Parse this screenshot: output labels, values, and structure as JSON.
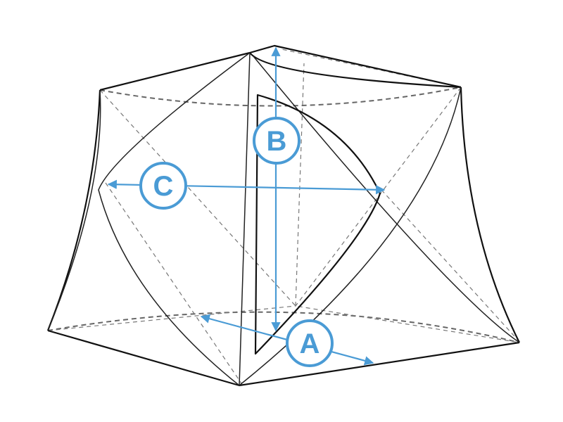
{
  "diagram": {
    "subject": "tent",
    "accent_color": "#4a9bd5",
    "dimensions": [
      {
        "label": "A"
      },
      {
        "label": "B"
      },
      {
        "label": "C"
      }
    ]
  }
}
